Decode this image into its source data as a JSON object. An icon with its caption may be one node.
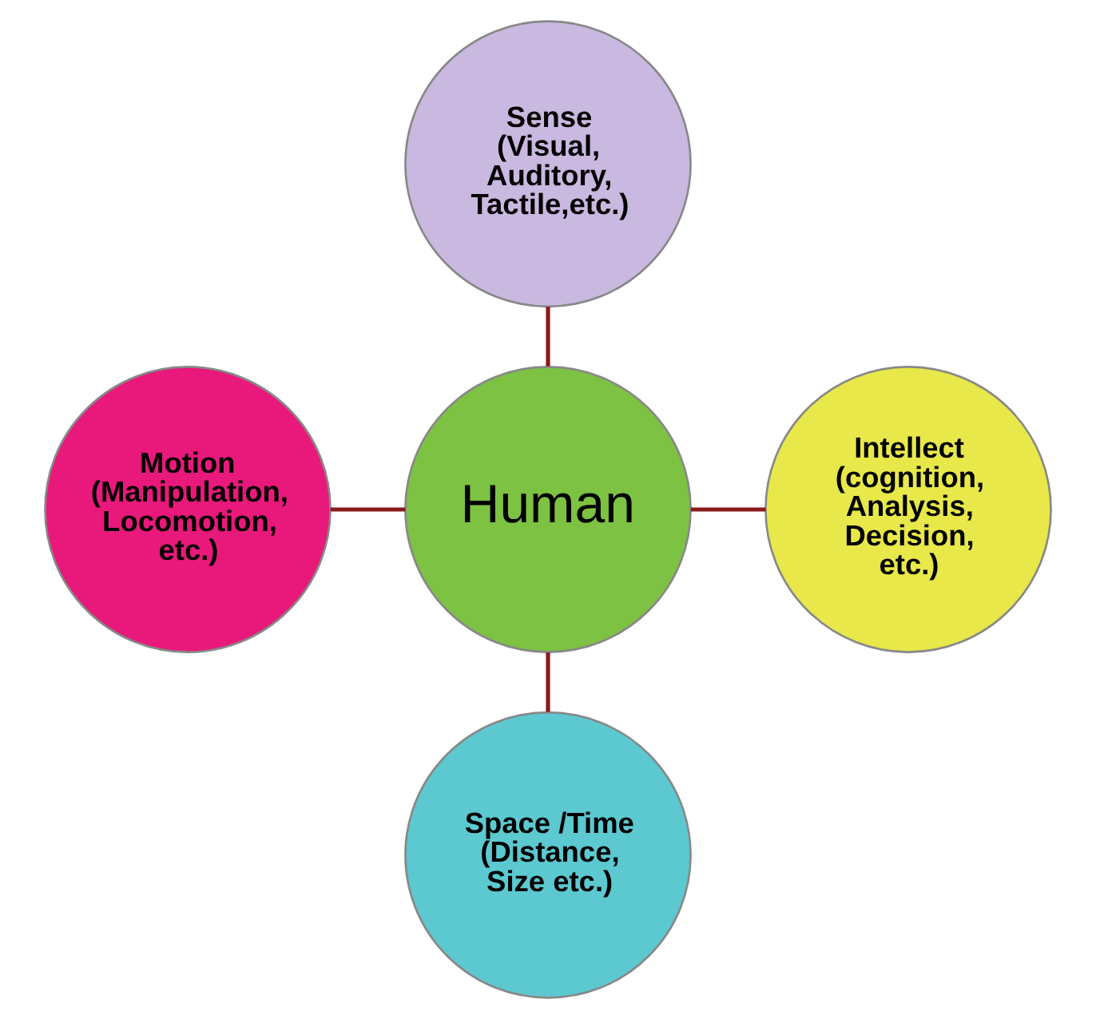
{
  "diagram": {
    "nodes": [
      {
        "text": [
          "Sense",
          "(Visual, Auditory, Tactile,etc.)"
        ]
      },
      {
        "text": [
          "Motion",
          "(Manipulation, Locomotion, etc.)"
        ]
      },
      {
        "text": [
          "Human"
        ]
      },
      {
        "text": [
          "Intellect",
          "(cognition, Analysis, Decision, etc.)"
        ]
      },
      {
        "text": [
          "Space /Time",
          "(Distance, Size etc.)"
        ]
      }
    ],
    "edges": [
      {
        "from": 0,
        "to": 2,
        "arrow": "none"
      },
      {
        "from": 1,
        "to": 2,
        "arrow": "none"
      },
      {
        "from": 2,
        "to": 3,
        "arrow": "none"
      },
      {
        "from": 2,
        "to": 4,
        "arrow": "none"
      }
    ]
  }
}
